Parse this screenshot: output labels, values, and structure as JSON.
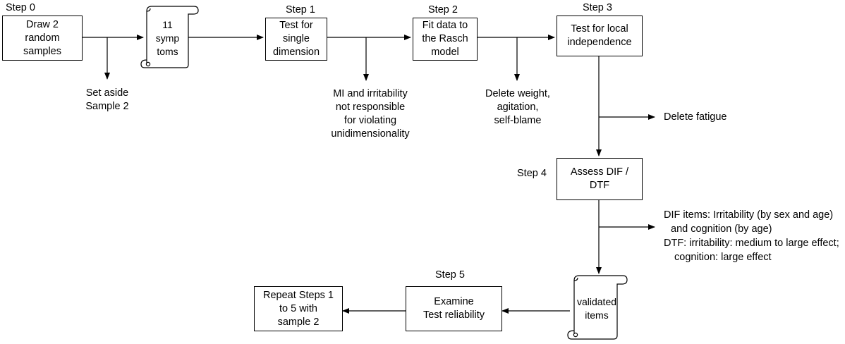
{
  "steps": {
    "s0": "Step 0",
    "s1": "Step 1",
    "s2": "Step 2",
    "s3": "Step 3",
    "s4": "Step 4",
    "s5": "Step 5"
  },
  "boxes": {
    "draw_samples": "Draw 2\nrandom\nsamples",
    "single_dimension": "Test for\nsingle\ndimension",
    "fit_rasch": "Fit data to\nthe Rasch\nmodel",
    "local_independence": "Test for local\nindependence",
    "assess_dif": "Assess DIF /\nDTF",
    "examine_reliability": "Examine\nTest reliability",
    "repeat_steps": "Repeat Steps 1\nto 5 with\nsample 2"
  },
  "documents": {
    "symptoms": "11\nsymp\ntoms",
    "validated": "validated\nitems"
  },
  "notes": {
    "set_aside": "Set aside\nSample 2",
    "mi_irritability": "MI and irritability\nnot responsible\nfor violating\nunidimensionality",
    "delete_weight": "Delete weight,\nagitation,\nself-blame",
    "delete_fatigue": "Delete fatigue",
    "dif_line1": "DIF items: Irritability (by sex and age)",
    "dif_line2": "and cognition (by age)",
    "dtf_line1": "DTF: irritability: medium to large effect;",
    "dtf_line2": "cognition: large effect"
  }
}
